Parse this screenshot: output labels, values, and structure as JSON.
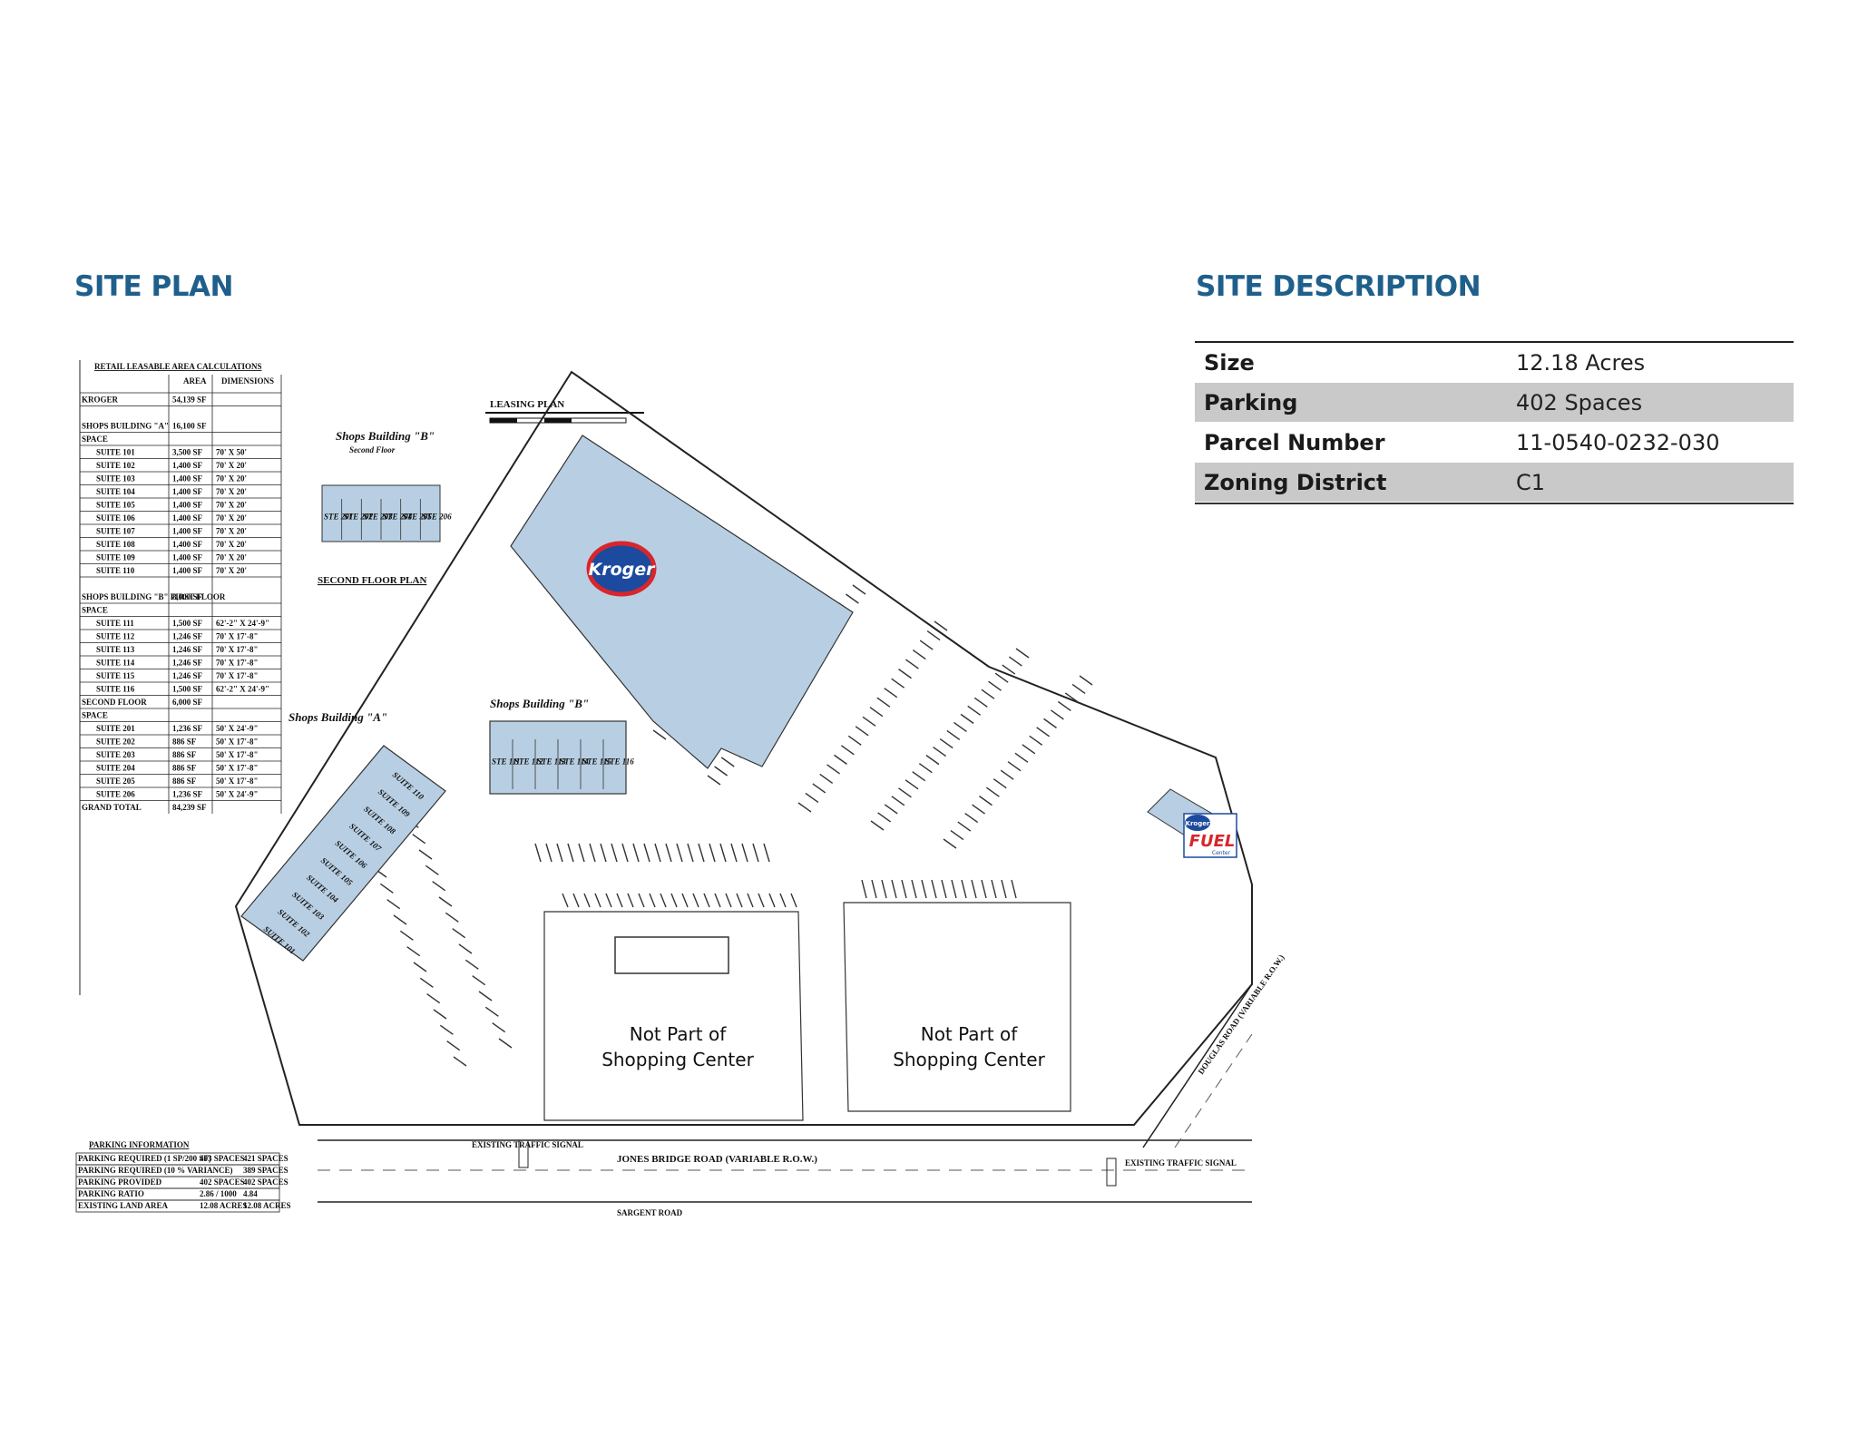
{
  "site_plan": {
    "heading": "SITE PLAN",
    "area_table": {
      "title": "RETAIL LEASABLE AREA CALCULATIONS",
      "col_area": "AREA",
      "col_dims": "DIMENSIONS",
      "rows": [
        {
          "name": "KROGER",
          "area": "54,139 SF",
          "dims": ""
        },
        {
          "name": "SHOPS BUILDING \"A\"",
          "area": "16,100 SF",
          "dims": ""
        },
        {
          "name": "SPACE",
          "area": "",
          "dims": ""
        },
        {
          "name": "SUITE 101",
          "area": "3,500 SF",
          "dims": "70' X 50'"
        },
        {
          "name": "SUITE 102",
          "area": "1,400 SF",
          "dims": "70' X 20'"
        },
        {
          "name": "SUITE 103",
          "area": "1,400 SF",
          "dims": "70' X 20'"
        },
        {
          "name": "SUITE 104",
          "area": "1,400 SF",
          "dims": "70' X 20'"
        },
        {
          "name": "SUITE 105",
          "area": "1,400 SF",
          "dims": "70' X 20'"
        },
        {
          "name": "SUITE 106",
          "area": "1,400 SF",
          "dims": "70' X 20'"
        },
        {
          "name": "SUITE 107",
          "area": "1,400 SF",
          "dims": "70' X 20'"
        },
        {
          "name": "SUITE 108",
          "area": "1,400 SF",
          "dims": "70' X 20'"
        },
        {
          "name": "SUITE 109",
          "area": "1,400 SF",
          "dims": "70' X 20'"
        },
        {
          "name": "SUITE 110",
          "area": "1,400 SF",
          "dims": "70' X 20'"
        },
        {
          "name": "SHOPS BUILDING \"B\" FIRST FLOOR",
          "area": "8,000 SF",
          "dims": ""
        },
        {
          "name": "SPACE",
          "area": "",
          "dims": ""
        },
        {
          "name": "SUITE 111",
          "area": "1,500 SF",
          "dims": "62'-2\" X 24'-9\""
        },
        {
          "name": "SUITE 112",
          "area": "1,246 SF",
          "dims": "70' X 17'-8\""
        },
        {
          "name": "SUITE 113",
          "area": "1,246 SF",
          "dims": "70' X 17'-8\""
        },
        {
          "name": "SUITE 114",
          "area": "1,246 SF",
          "dims": "70' X 17'-8\""
        },
        {
          "name": "SUITE 115",
          "area": "1,246 SF",
          "dims": "70' X 17'-8\""
        },
        {
          "name": "SUITE 116",
          "area": "1,500 SF",
          "dims": "62'-2\" X 24'-9\""
        },
        {
          "name": "SECOND FLOOR",
          "area": "6,000 SF",
          "dims": ""
        },
        {
          "name": "SPACE",
          "area": "",
          "dims": ""
        },
        {
          "name": "SUITE 201",
          "area": "1,236 SF",
          "dims": "50' X 24'-9\""
        },
        {
          "name": "SUITE 202",
          "area": "886 SF",
          "dims": "50' X 17'-8\""
        },
        {
          "name": "SUITE 203",
          "area": "886 SF",
          "dims": "50' X 17'-8\""
        },
        {
          "name": "SUITE 204",
          "area": "886 SF",
          "dims": "50' X 17'-8\""
        },
        {
          "name": "SUITE 205",
          "area": "886 SF",
          "dims": "50' X 17'-8\""
        },
        {
          "name": "SUITE 206",
          "area": "1,236 SF",
          "dims": "50' X 24'-9\""
        },
        {
          "name": "GRAND TOTAL",
          "area": "84,239 SF",
          "dims": ""
        }
      ]
    },
    "parking_table": {
      "title": "PARKING INFORMATION",
      "rows": [
        {
          "label": "PARKING REQUIRED (1 SP/200 SF)",
          "a": "403 SPACES",
          "b": "421 SPACES"
        },
        {
          "label": "PARKING REQUIRED (10 % VARIANCE)",
          "a": "",
          "b": "389 SPACES"
        },
        {
          "label": "PARKING PROVIDED",
          "a": "402 SPACES",
          "b": "402 SPACES"
        },
        {
          "label": "PARKING RATIO",
          "a": "2.86 / 1000",
          "b": "4.84"
        },
        {
          "label": "EXISTING LAND AREA",
          "a": "12.08 ACRES",
          "b": "12.08 ACRES"
        }
      ]
    },
    "labels": {
      "leasing_plan": "LEASING PLAN",
      "shops_b_upper": "Shops Building \"B\"",
      "second_floor": "Second Floor",
      "second_floor_plan": "SECOND FLOOR PLAN",
      "shops_a": "Shops Building \"A\"",
      "shops_b_lower": "Shops Building \"B\"",
      "kroger": "Kroger",
      "fuel_top": "Kroger",
      "fuel": "FUEL",
      "fuel_sub": "Center",
      "not_part_1a": "Not Part of",
      "not_part_1b": "Shopping Center",
      "not_part_2a": "Not Part of",
      "not_part_2b": "Shopping Center",
      "road": "JONES BRIDGE ROAD (VARIABLE R.O.W.)",
      "signal_left": "EXISTING TRAFFIC SIGNAL",
      "signal_right": "EXISTING TRAFFIC SIGNAL",
      "side_road": "DOUGLAS ROAD (VARIABLE R.O.W.)",
      "sargent": "SARGENT ROAD",
      "ste_upper": [
        "STE 201",
        "STE 202",
        "STE 203",
        "STE 204",
        "STE 205",
        "STE 206"
      ],
      "ste_lower": [
        "STE 111",
        "STE 112",
        "STE 113",
        "STE 114",
        "STE 115",
        "STE 116"
      ],
      "suites_a": [
        "SUITE 110",
        "SUITE 109",
        "SUITE 108",
        "SUITE 107",
        "SUITE 106",
        "SUITE 105",
        "SUITE 104",
        "SUITE 103",
        "SUITE 102",
        "SUITE 101"
      ]
    }
  },
  "site_description": {
    "heading": "SITE DESCRIPTION",
    "rows": [
      {
        "label": "Size",
        "value": "12.18 Acres"
      },
      {
        "label": "Parking",
        "value": "402 Spaces"
      },
      {
        "label": "Parcel Number",
        "value": "11-0540-0232-030"
      },
      {
        "label": "Zoning District",
        "value": "C1"
      }
    ]
  },
  "colors": {
    "heading": "#1f5f8b",
    "building_fill": "#b8cfe3",
    "row_shade": "#c9c9c9",
    "kroger_blue": "#1c4a9e",
    "kroger_red": "#d8262b"
  }
}
